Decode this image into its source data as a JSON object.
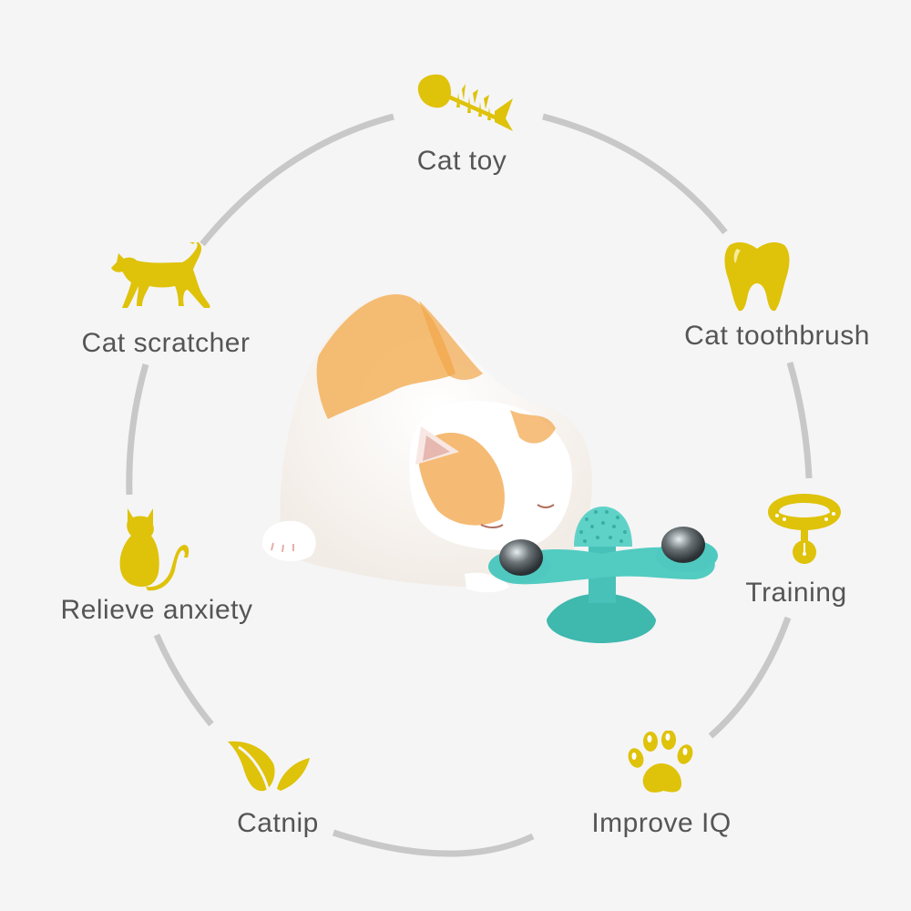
{
  "colors": {
    "background": "#f5f5f5",
    "icon": "#dfc20a",
    "text": "#555555",
    "ring": "#c8c8c8",
    "toy": "#4fc9c0"
  },
  "features": [
    {
      "id": "cat-toy",
      "label": "Cat toy",
      "icon": "fish-bone-icon"
    },
    {
      "id": "cat-toothbrush",
      "label": "Cat toothbrush",
      "icon": "tooth-icon"
    },
    {
      "id": "training",
      "label": "Training",
      "icon": "collar-icon"
    },
    {
      "id": "improve-iq",
      "label": "Improve IQ",
      "icon": "paw-icon"
    },
    {
      "id": "catnip",
      "label": "Catnip",
      "icon": "leaf-icon"
    },
    {
      "id": "relieve-anxiety",
      "label": "Relieve anxiety",
      "icon": "sitting-cat-icon"
    },
    {
      "id": "cat-scratcher",
      "label": "Cat scratcher",
      "icon": "walking-cat-icon"
    }
  ],
  "center_image": {
    "subject": "orange and white kitten playing with turquoise windmill spinner toy"
  }
}
